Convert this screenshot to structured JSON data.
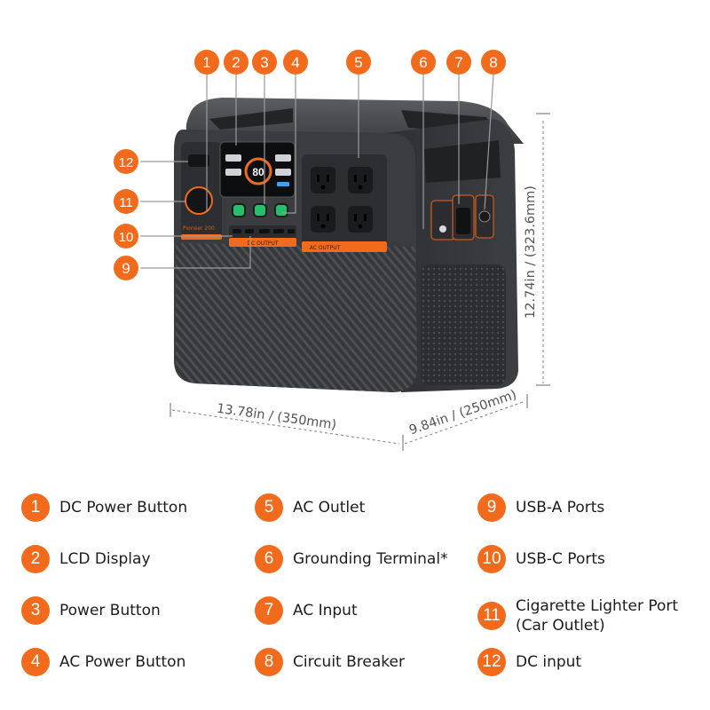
{
  "colors": {
    "accent": "#f26b1d",
    "body": "#3a3c3f",
    "dim_line": "#8a8a8a"
  },
  "dimensions": {
    "width": "13.78in / (350mm)",
    "depth": "9.84in / (250mm)",
    "height": "12.74in / (323.6mm)"
  },
  "device_text": {
    "model": "Pioneer 200",
    "dc_output": "DC OUTPUT",
    "ac_output": "AC OUTPUT",
    "lcd_percent": "80"
  },
  "callouts": [
    {
      "number": "1",
      "label": "DC Power Button"
    },
    {
      "number": "2",
      "label": "LCD Display"
    },
    {
      "number": "3",
      "label": "Power Button"
    },
    {
      "number": "4",
      "label": "AC Power Button"
    },
    {
      "number": "5",
      "label": "AC Outlet"
    },
    {
      "number": "6",
      "label": "Grounding Terminal*"
    },
    {
      "number": "7",
      "label": "AC Input"
    },
    {
      "number": "8",
      "label": "Circuit Breaker"
    },
    {
      "number": "9",
      "label": "USB-A Ports"
    },
    {
      "number": "10",
      "label": "USB-C Ports"
    },
    {
      "number": "11",
      "label": "Cigarette Lighter Port",
      "label_line2": "(Car Outlet)"
    },
    {
      "number": "12",
      "label": "DC input"
    }
  ]
}
